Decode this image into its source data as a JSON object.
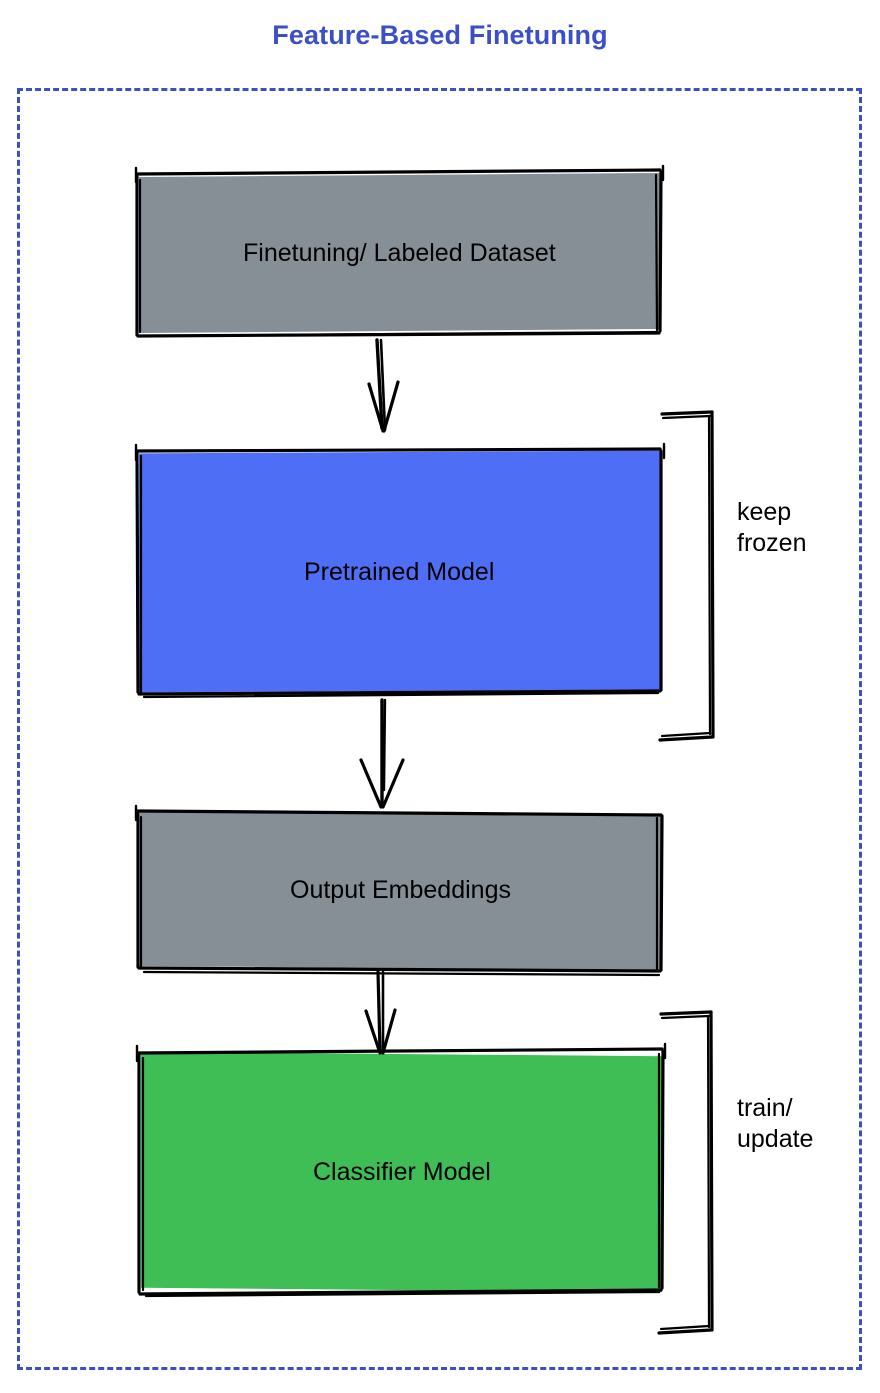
{
  "title": "Feature-Based Finetuning",
  "colors": {
    "title_blue": "#3b50c4",
    "frame_dashed_blue": "#3b50c4",
    "gray_node": "#878f96",
    "blue_node": "#4d6ef5",
    "green_node": "#3ebe55",
    "stroke_black": "#000000",
    "background": "#ffffff"
  },
  "nodes": [
    {
      "id": "dataset",
      "label": "Finetuning/ Labeled Dataset",
      "fill": "#878f96"
    },
    {
      "id": "pretrained",
      "label": "Pretrained Model",
      "fill": "#4d6ef5"
    },
    {
      "id": "embeddings",
      "label": "Output Embeddings",
      "fill": "#878f96"
    },
    {
      "id": "classifier",
      "label": "Classifier Model",
      "fill": "#3ebe55"
    }
  ],
  "annotations": [
    {
      "id": "keep-frozen",
      "label": "keep\nfrozen",
      "targets": "pretrained"
    },
    {
      "id": "train-update",
      "label": "train/\nupdate",
      "targets": "classifier"
    }
  ],
  "edges": [
    {
      "from": "dataset",
      "to": "pretrained",
      "style": "hand-drawn-arrow"
    },
    {
      "from": "pretrained",
      "to": "embeddings",
      "style": "hand-drawn-arrow"
    },
    {
      "from": "embeddings",
      "to": "classifier",
      "style": "hand-drawn-arrow"
    }
  ]
}
